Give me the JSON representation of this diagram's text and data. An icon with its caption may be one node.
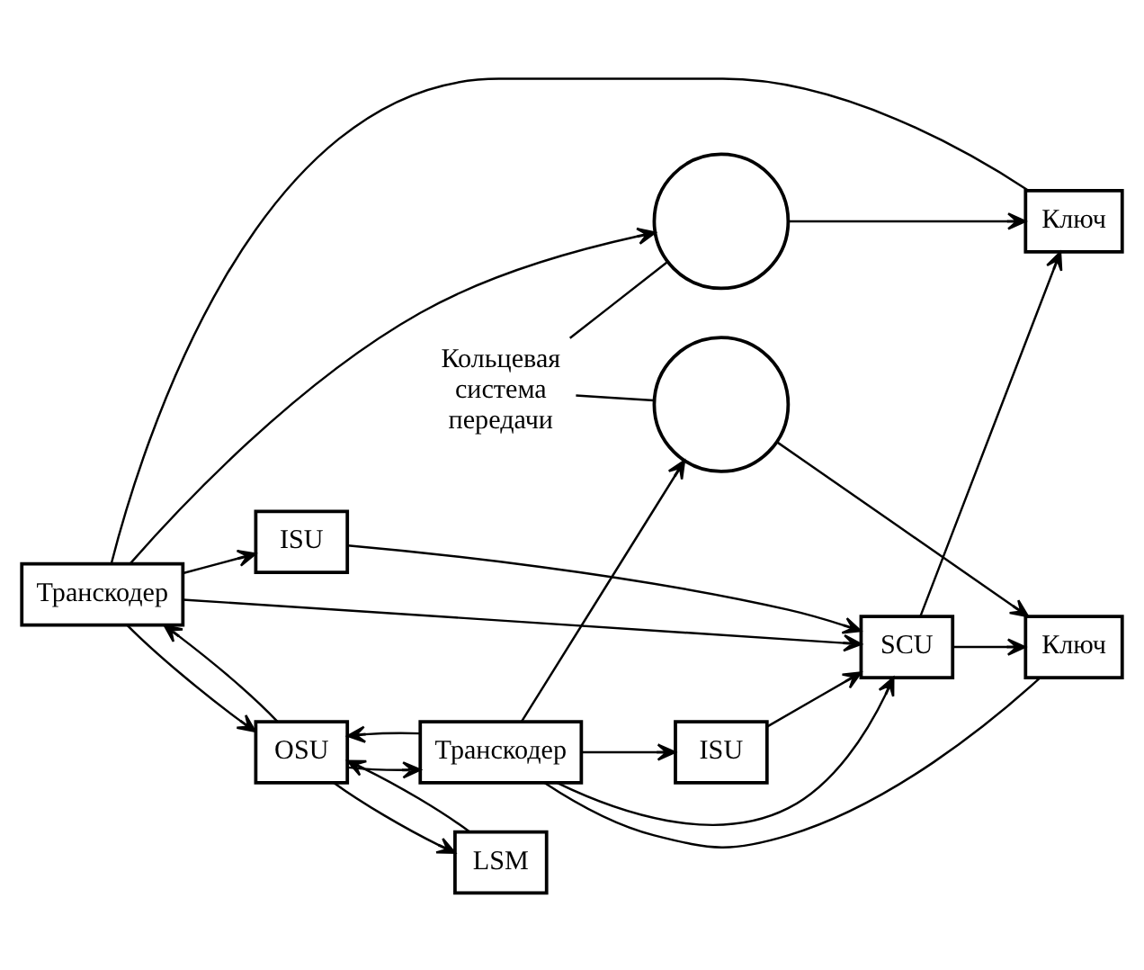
{
  "diagram": {
    "nodes": [
      {
        "text": [
          "ISU"
        ]
      },
      {
        "text": [
          "Транскодер"
        ]
      },
      {
        "text": [],
        "shape": "circle"
      },
      {
        "text": [
          "Ключ"
        ]
      },
      {
        "text": [
          "LSM"
        ]
      },
      {
        "text": [
          "OSU"
        ]
      },
      {
        "text": [
          "Транскодер"
        ]
      },
      {
        "text": [],
        "shape": "circle"
      },
      {
        "text": [
          "Ключ"
        ]
      },
      {
        "text": [
          "ISU"
        ]
      },
      {
        "text": [
          "SCU"
        ]
      },
      {
        "text": [
          "Кольцевая система передачи"
        ]
      }
    ],
    "edges": [
      {
        "from": 1,
        "to": 0,
        "arrow": "to"
      },
      {
        "from": 1,
        "to": 5,
        "arrow": "to"
      },
      {
        "from": 1,
        "to": 10,
        "arrow": "to"
      },
      {
        "from": 1,
        "to": 2,
        "arrow": "to"
      },
      {
        "from": 1,
        "to": 3,
        "arrow": "none"
      },
      {
        "from": 2,
        "to": 3,
        "arrow": "to"
      },
      {
        "from": 4,
        "to": 5,
        "arrow": "to"
      },
      {
        "from": 5,
        "to": 4,
        "arrow": "to"
      },
      {
        "from": 5,
        "to": 1,
        "arrow": "to"
      },
      {
        "from": 5,
        "to": 6,
        "arrow": "to"
      },
      {
        "from": 6,
        "to": 9,
        "arrow": "to"
      },
      {
        "from": 6,
        "to": 5,
        "arrow": "to"
      },
      {
        "from": 6,
        "to": 7,
        "arrow": "to"
      },
      {
        "from": 6,
        "to": 8,
        "arrow": "none"
      },
      {
        "from": 7,
        "to": 8,
        "arrow": "to"
      },
      {
        "from": 6,
        "to": 10,
        "arrow": "to"
      },
      {
        "from": 0,
        "to": 10,
        "arrow": "to"
      },
      {
        "from": 9,
        "to": 10,
        "arrow": "to"
      },
      {
        "from": 10,
        "to": 3,
        "arrow": "to"
      },
      {
        "from": 10,
        "to": 8,
        "arrow": "to"
      },
      {
        "from": 11,
        "to": 2,
        "arrow": "none"
      },
      {
        "from": 11,
        "to": 7,
        "arrow": "none"
      }
    ]
  }
}
